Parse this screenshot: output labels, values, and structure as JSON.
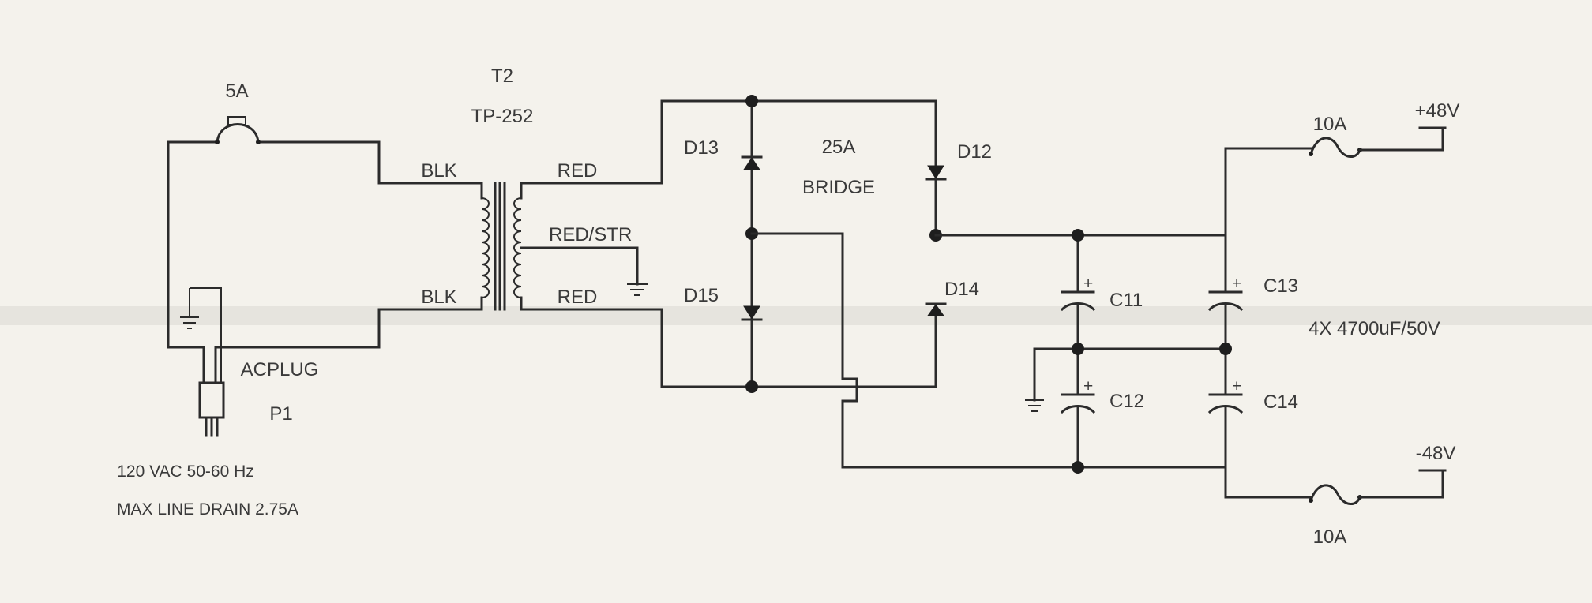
{
  "labels": {
    "fuse_main": "5A",
    "transformer_ref": "T2",
    "transformer_part": "TP-252",
    "blk_top": "BLK",
    "blk_bottom": "BLK",
    "red_top": "RED",
    "red_center": "RED/STR",
    "red_bottom": "RED",
    "d13": "D13",
    "d15": "D15",
    "d12": "D12",
    "d14": "D14",
    "bridge_rating": "25A",
    "bridge_name": "BRIDGE",
    "c11": "C11",
    "c12": "C12",
    "c13": "C13",
    "c14": "C14",
    "cap_spec": "4X 4700uF/50V",
    "fuse_pos": "10A",
    "fuse_neg": "10A",
    "out_pos": "+48V",
    "out_neg": "-48V",
    "plug_name": "ACPLUG",
    "plug_ref": "P1",
    "input_voltage": "120 VAC 50-60 Hz",
    "line_drain": "MAX LINE DRAIN 2.75A",
    "cap_plus": "+"
  },
  "colors": {
    "line": "#2b2b2b",
    "text": "#3a3a3a",
    "paper": "#f4f2ec"
  }
}
